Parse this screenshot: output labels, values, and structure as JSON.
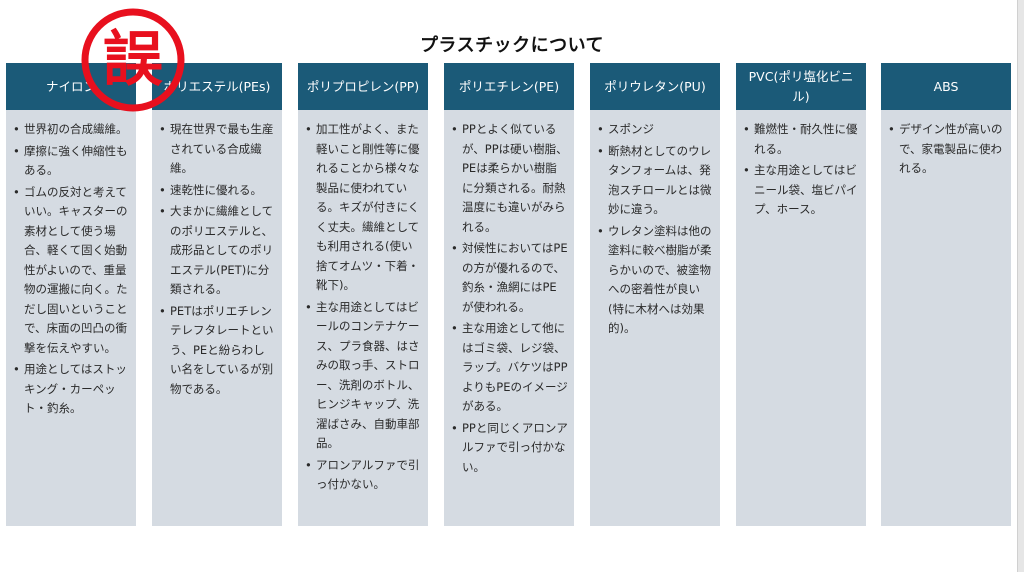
{
  "title": "プラスチックについて",
  "stamp_text": "誤",
  "colors": {
    "header": "#1b5a78",
    "body": "#d5dbe2",
    "stamp": "#e8101e"
  },
  "columns": [
    {
      "header": "ナイロン",
      "items": [
        "世界初の合成繊維。",
        "摩擦に強く伸縮性もある。",
        "ゴムの反対と考えていい。キャスターの素材として使う場合、軽くて固く始動性がよいので、重量物の運搬に向く。ただし固いということで、床面の凹凸の衝撃を伝えやすい。",
        "用途としてはストッキング・カーペット・釣糸。"
      ]
    },
    {
      "header": "ポリエステル(PEs)",
      "items": [
        "現在世界で最も生産されている合成繊維。",
        "速乾性に優れる。",
        "大まかに繊維としてのポリエステルと、成形品としてのポリエステル(PET)に分類される。",
        "PETはポリエチレンテレフタレートという、PEと紛らわしい名をしているが別物である。"
      ]
    },
    {
      "header": "ポリプロピレン(PP)",
      "items": [
        "加工性がよく、また軽いこと剛性等に優れることから様々な製品に使われている。キズが付きにくく丈夫。繊維としても利用される(使い捨てオムツ・下着・靴下)。",
        "主な用途としてはビールのコンテナケース、プラ食器、はさみの取っ手、ストロー、洗剤のボトル、ヒンジキャップ、洗濯ばさみ、自動車部品。",
        "アロンアルファで引っ付かない。"
      ]
    },
    {
      "header": "ポリエチレン(PE)",
      "items": [
        "PPとよく似ているが、PPは硬い樹脂、PEは柔らかい樹脂に分類される。耐熱温度にも違いがみられる。",
        "対候性においてはPEの方が優れるので、釣糸・漁網にはPEが使われる。",
        "主な用途として他にはゴミ袋、レジ袋、ラップ。バケツはPPよりもPEのイメージがある。",
        "PPと同じくアロンアルファで引っ付かない。"
      ]
    },
    {
      "header": "ポリウレタン(PU)",
      "items": [
        "スポンジ",
        "断熱材としてのウレタンフォームは、発泡スチロールとは微妙に違う。",
        "ウレタン塗料は他の塗料に較べ樹脂が柔らかいので、被塗物への密着性が良い(特に木材へは効果的)。"
      ]
    },
    {
      "header": "PVC(ポリ塩化ビニル)",
      "items": [
        "難燃性・耐久性に優れる。",
        "主な用途としてはビニール袋、塩ビパイプ、ホース。"
      ]
    },
    {
      "header": "ABS",
      "items": [
        "デザイン性が高いので、家電製品に使われる。"
      ]
    }
  ]
}
